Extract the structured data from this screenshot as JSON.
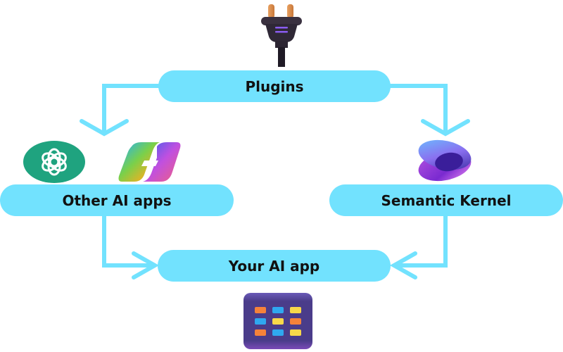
{
  "diagram": {
    "nodes": {
      "plugins": {
        "label": "Plugins",
        "icon": "power-plug-icon"
      },
      "other_ai_apps": {
        "label": "Other AI apps",
        "icons": [
          "openai-logo-icon",
          "copilot-logo-icon"
        ]
      },
      "semantic_kernel": {
        "label": "Semantic Kernel",
        "icon": "semantic-kernel-logo-icon"
      },
      "your_ai_app": {
        "label": "Your AI app",
        "icon": "app-grid-icon"
      }
    },
    "edges": [
      {
        "from": "Plugins",
        "to": "Other AI apps"
      },
      {
        "from": "Plugins",
        "to": "Semantic Kernel"
      },
      {
        "from": "Other AI apps",
        "to": "Your AI app"
      },
      {
        "from": "Semantic Kernel",
        "to": "Your AI app"
      }
    ],
    "colors": {
      "node_fill": "#72E2FE",
      "connector": "#72E2FE",
      "text": "#111111"
    }
  }
}
